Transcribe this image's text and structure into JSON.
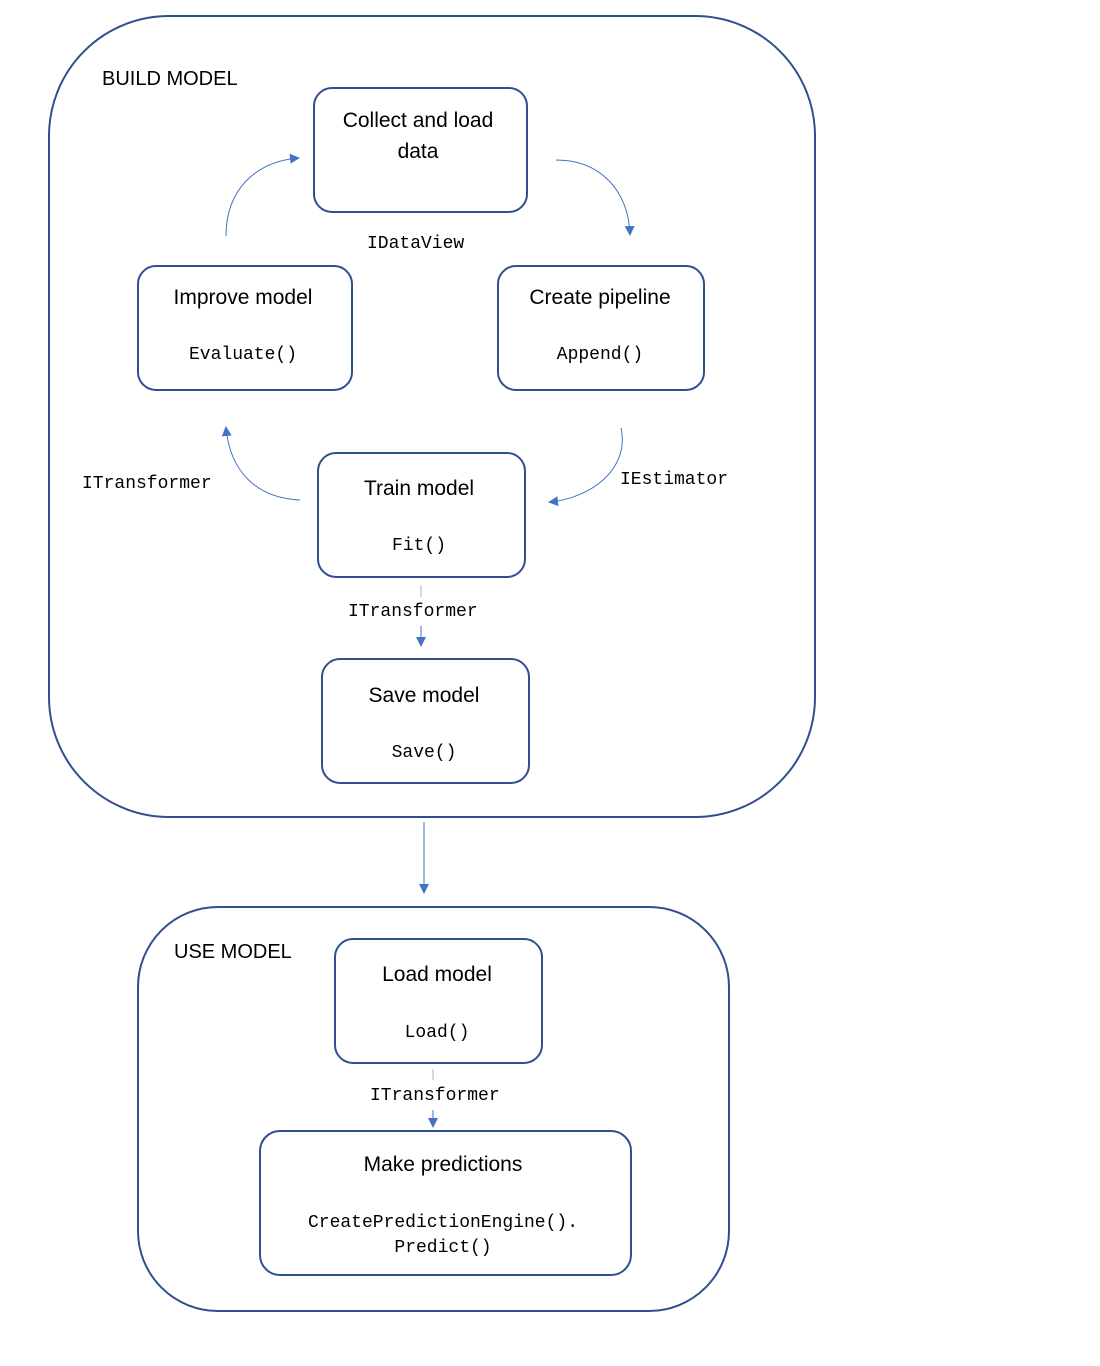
{
  "colors": {
    "box_border": "#2f4f8f",
    "arrow": "#4472c4",
    "text": "#000000",
    "background": "#ffffff"
  },
  "build_group": {
    "label": "BUILD MODEL"
  },
  "use_group": {
    "label": "USE MODEL"
  },
  "nodes": {
    "collect": {
      "title_line1": "Collect and load",
      "title_line2": "data"
    },
    "pipeline": {
      "title": "Create pipeline",
      "method": "Append()"
    },
    "improve": {
      "title": "Improve model",
      "method": "Evaluate()"
    },
    "train": {
      "title": "Train model",
      "method": "Fit()"
    },
    "save": {
      "title": "Save model",
      "method": "Save()"
    },
    "load": {
      "title": "Load model",
      "method": "Load()"
    },
    "predict": {
      "title": "Make predictions",
      "method_line1": "CreatePredictionEngine().",
      "method_line2": "Predict()"
    }
  },
  "edge_labels": {
    "collect_to_pipeline": "IDataView",
    "pipeline_to_train": "IEstimator",
    "train_to_improve": "ITransformer",
    "train_to_save": "ITransformer",
    "load_to_predict": "ITransformer"
  }
}
